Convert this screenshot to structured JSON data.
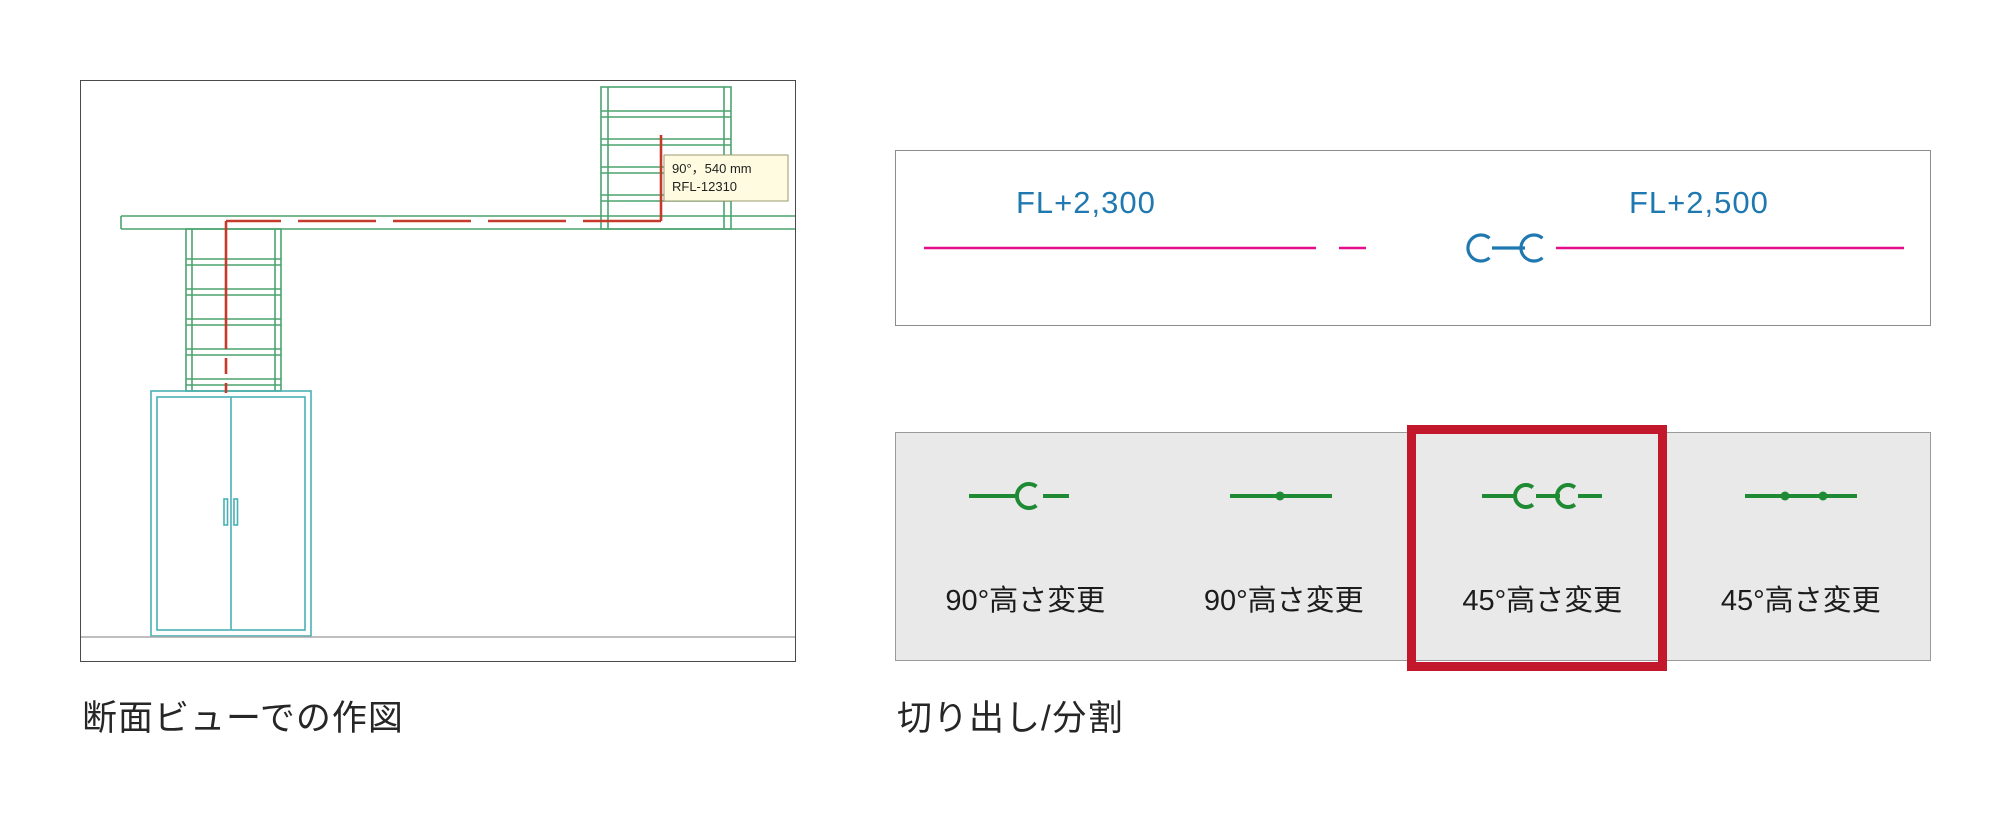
{
  "left_panel": {
    "caption": "断面ビューでの作図",
    "tooltip": {
      "line1": "90°，540 mm",
      "line2": "RFL-12310"
    }
  },
  "right_panel": {
    "caption": "切り出し/分割",
    "elevation_view": {
      "label_left": "FL+2,300",
      "label_right": "FL+2,500",
      "symbol": "45-degree-double-bend"
    },
    "toolbar": {
      "items": [
        {
          "label": "90°高さ変更",
          "icon": "hook-90-icon",
          "selected": false
        },
        {
          "label": "90°高さ変更",
          "icon": "tick-90-icon",
          "selected": false
        },
        {
          "label": "45°高さ変更",
          "icon": "double-hook-45-icon",
          "selected": true
        },
        {
          "label": "45°高さ変更",
          "icon": "double-tick-45-icon",
          "selected": false
        }
      ]
    }
  },
  "colors": {
    "cad_green": "#4aa36e",
    "cad_teal": "#49b0b4",
    "route_red": "#c53a2b",
    "magenta_line": "#e50e8a",
    "blue_label": "#1f78b0",
    "icon_green": "#1f8a34",
    "highlight_red": "#c3172c",
    "toolbar_bg": "#e9e9e9",
    "tooltip_bg": "#fffbe0"
  }
}
